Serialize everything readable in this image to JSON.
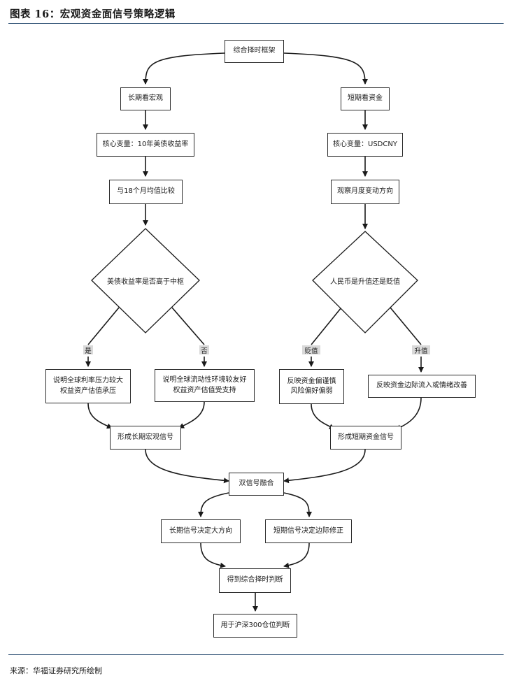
{
  "figure": {
    "title": "图表 16：宏观资金面信号策略逻辑",
    "source": "来源：华福证券研究所绘制"
  },
  "nodes": {
    "root": "综合择时框架",
    "long_term": "长期看宏观",
    "short_term": "短期看资金",
    "long_var": "核心变量：10年美债收益率",
    "short_var": "核心变量：USDCNY",
    "long_compare": "与18个月均值比较",
    "short_observe": "观察月度变动方向",
    "long_decision": "美债收益率是否高于中枢",
    "short_decision": "人民币是升值还是贬值",
    "long_yes_result": "说明全球利率压力较大\n权益资产估值承压",
    "long_no_result": "说明全球流动性环境较友好\n权益资产估值受支持",
    "short_dep_result": "反映资金偏谨慎\n风险偏好偏弱",
    "short_app_result": "反映资金边际流入或情绪改善",
    "long_signal": "形成长期宏观信号",
    "short_signal": "形成短期资金信号",
    "fusion": "双信号融合",
    "long_role": "长期信号决定大方向",
    "short_role": "短期信号决定边际修正",
    "combined": "得到综合择时判断",
    "application": "用于沪深300仓位判断"
  },
  "edge_labels": {
    "yes": "是",
    "no": "否",
    "depreciate": "贬值",
    "appreciate": "升值"
  }
}
